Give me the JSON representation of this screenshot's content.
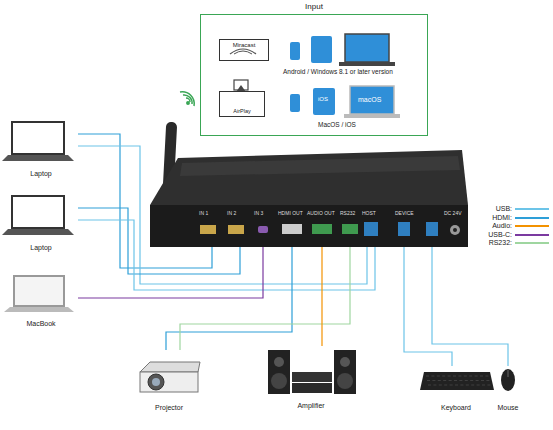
{
  "diagram": {
    "nodes": [
      {
        "text": [
          "Input"
        ]
      },
      {
        "text": [
          "Miracast"
        ],
        "in": 0
      },
      {
        "text": [
          "AirPlay"
        ],
        "in": 0
      },
      {
        "text": [
          "Laptop"
        ]
      },
      {
        "text": [
          "Laptop"
        ]
      },
      {
        "text": [
          "MacBook"
        ]
      },
      {
        "text": [
          "IN 1",
          "IN 2",
          "IN 3",
          "HDMI OUT",
          "AUDIO OUT",
          "RS232",
          "HOST",
          "DEVICE",
          "DC 24V"
        ]
      },
      {
        "text": [
          "Projector"
        ]
      },
      {
        "text": [
          "Amplifier"
        ]
      },
      {
        "text": [
          "Keyboard"
        ]
      },
      {
        "text": [
          "Mouse"
        ]
      }
    ],
    "edges": [
      {
        "from": 3,
        "to": 6,
        "arrow": "none"
      },
      {
        "from": 3,
        "to": 6,
        "arrow": "none"
      },
      {
        "from": 4,
        "to": 6,
        "arrow": "none"
      },
      {
        "from": 4,
        "to": 6,
        "arrow": "none"
      },
      {
        "from": 5,
        "to": 6,
        "arrow": "none"
      },
      {
        "from": 6,
        "to": 7,
        "arrow": "none"
      },
      {
        "from": 6,
        "to": 7,
        "arrow": "none"
      },
      {
        "from": 6,
        "to": 8,
        "arrow": "none"
      },
      {
        "from": 6,
        "to": 9,
        "arrow": "none"
      },
      {
        "from": 6,
        "to": 10,
        "arrow": "none"
      }
    ],
    "labels": [
      "Android / Windows 8.1 or later version",
      "iOS",
      "macOS",
      "MacOS / iOS"
    ],
    "legend": [
      {
        "text": "USB:",
        "color": "#6cc4e8"
      },
      {
        "text": "HDMI:",
        "color": "#2e9fd8"
      },
      {
        "text": "Audio:",
        "color": "#f39200"
      },
      {
        "text": "USB-C:",
        "color": "#7b3aa0"
      },
      {
        "text": "RS232:",
        "color": "#9fd6a0"
      }
    ]
  }
}
